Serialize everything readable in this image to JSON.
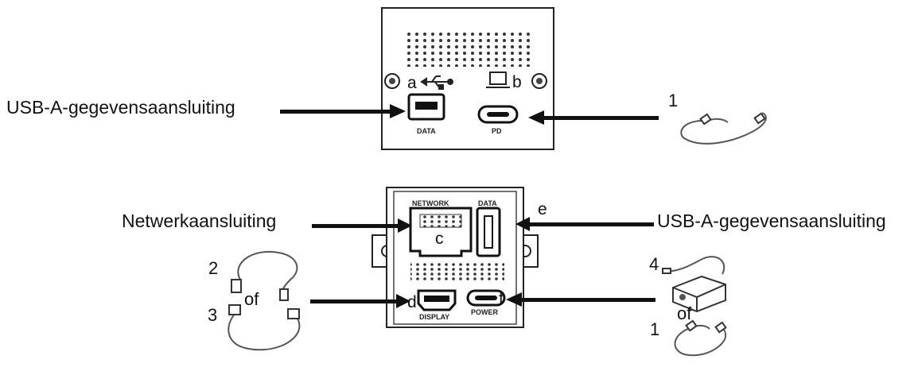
{
  "labels": {
    "usb_a_top": "USB-A-gegevensaansluiting",
    "network": "Netwerkaansluiting",
    "usb_a_bottom": "USB-A-gegevensaansluiting"
  },
  "callouts": {
    "a": "a",
    "b": "b",
    "c": "c",
    "d": "d",
    "e": "e",
    "f": "f"
  },
  "numbers": {
    "n1_top": "1",
    "n2": "2",
    "n3": "3",
    "n4": "4",
    "n1_bottom": "1",
    "of_left": "of",
    "of_right": "of"
  },
  "port_text": {
    "data_top": "DATA",
    "pd": "PD",
    "network": "NETWORK",
    "data_bottom": "DATA",
    "display": "DISPLAY",
    "power": "POWER"
  }
}
